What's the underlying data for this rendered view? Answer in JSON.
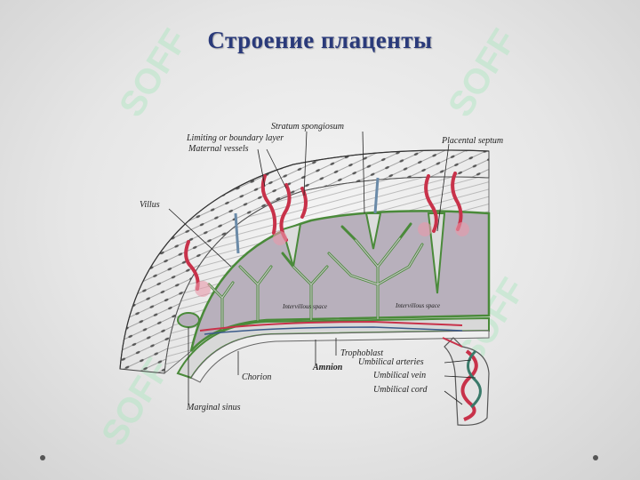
{
  "title": "Строение плаценты",
  "watermark": "SOFF",
  "labels": {
    "stratum_spongiosum": "Stratum spongiosum",
    "limiting_layer": "Limiting or boundary layer",
    "maternal_vessels": "Maternal vessels",
    "placental_septum": "Placental septum",
    "villus": "Villus",
    "intervillous_space": "Intervillous space",
    "trophoblast": "Trophoblast",
    "amnion": "Amnion",
    "umbilical_arteries": "Umbilical arteries",
    "umbilical_vein": "Umbilical vein",
    "umbilical_cord": "Umbilical cord",
    "chorion": "Chorion",
    "marginal_sinus": "Marginal sinus"
  },
  "colors": {
    "title": "#2a3a7a",
    "vessel_red": "#c8324a",
    "villus_green": "#4a8a3a",
    "space_fill": "#b8b0bc",
    "watermark": "#aae6be"
  }
}
